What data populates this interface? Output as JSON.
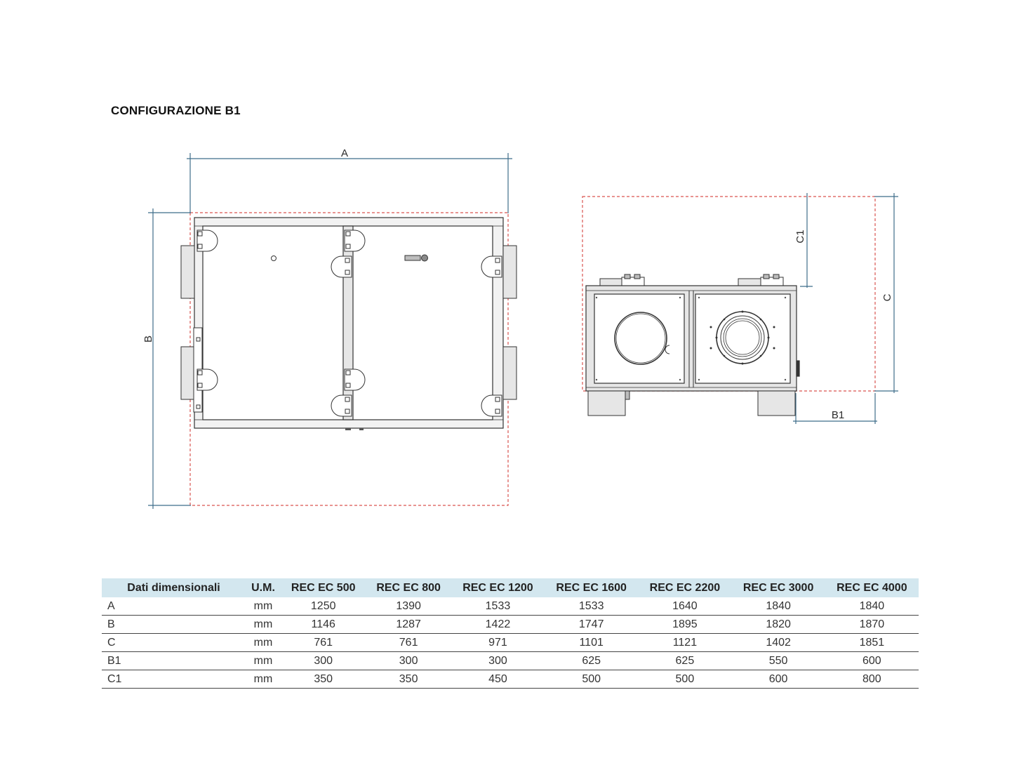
{
  "title": "CONFIGURAZIONE B1",
  "drawing": {
    "front_view": {
      "width_label": "A",
      "height_label": "B"
    },
    "side_view": {
      "height_label": "C",
      "upper_label": "C1",
      "depth_label": "B1"
    },
    "colors": {
      "dimension_line": "#3f6d8a",
      "envelope": "#d9534f",
      "outline": "#333333",
      "fill": "#e6e6e6"
    }
  },
  "table": {
    "headers": [
      "Dati dimensionali",
      "U.M.",
      "REC EC 500",
      "REC EC 800",
      "REC EC 1200",
      "REC EC 1600",
      "REC EC 2200",
      "REC EC 3000",
      "REC EC 4000"
    ],
    "rows": [
      {
        "label": "A",
        "unit": "mm",
        "values": [
          "1250",
          "1390",
          "1533",
          "1533",
          "1640",
          "1840",
          "1840"
        ]
      },
      {
        "label": "B",
        "unit": "mm",
        "values": [
          "1146",
          "1287",
          "1422",
          "1747",
          "1895",
          "1820",
          "1870"
        ]
      },
      {
        "label": "C",
        "unit": "mm",
        "values": [
          "761",
          "761",
          "971",
          "1101",
          "1121",
          "1402",
          "1851"
        ]
      },
      {
        "label": "B1",
        "unit": "mm",
        "values": [
          "300",
          "300",
          "300",
          "625",
          "625",
          "550",
          "600"
        ]
      },
      {
        "label": "C1",
        "unit": "mm",
        "values": [
          "350",
          "350",
          "450",
          "500",
          "500",
          "600",
          "800"
        ]
      }
    ]
  }
}
